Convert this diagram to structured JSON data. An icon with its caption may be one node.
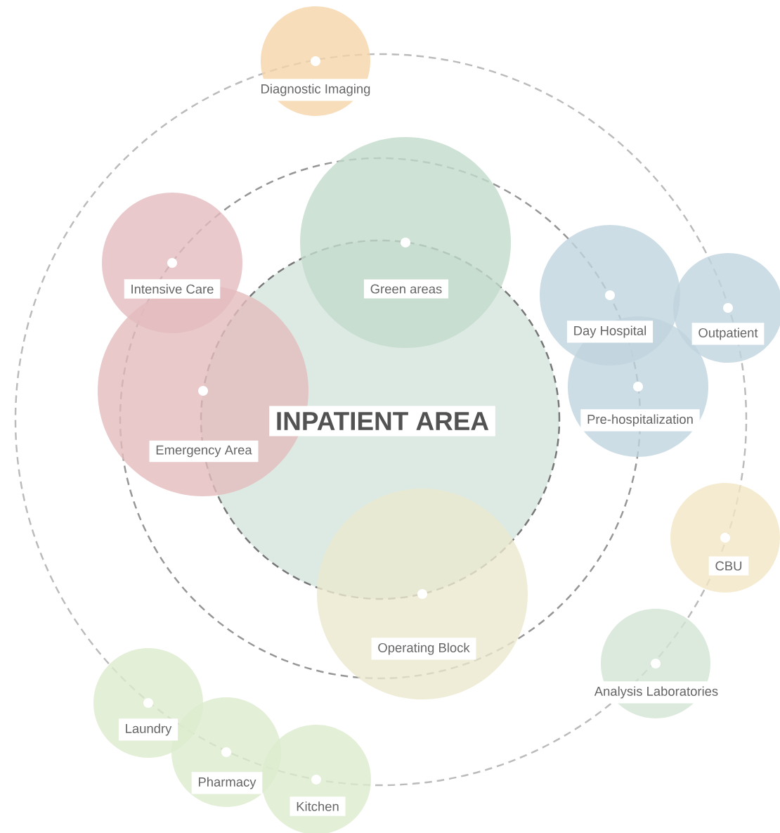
{
  "diagram": {
    "nodes": [
      {
        "text": [
          "Diagnostic Imaging"
        ]
      },
      {
        "text": [
          "Green areas"
        ]
      },
      {
        "text": [
          "Intensive Care"
        ]
      },
      {
        "text": [
          "INPATIENT AREA"
        ]
      },
      {
        "text": [
          "Emergency Area"
        ]
      },
      {
        "text": [
          "Day Hospital"
        ]
      },
      {
        "text": [
          "Outpatient"
        ]
      },
      {
        "text": [
          "Pre-hospitalization"
        ]
      },
      {
        "text": [
          "CBU"
        ]
      },
      {
        "text": [
          "Operating Block"
        ]
      },
      {
        "text": [
          "Analysis Laboratories"
        ]
      },
      {
        "text": [
          "Laundry"
        ]
      },
      {
        "text": [
          "Pharmacy"
        ]
      },
      {
        "text": [
          "Kitchen"
        ]
      }
    ]
  }
}
